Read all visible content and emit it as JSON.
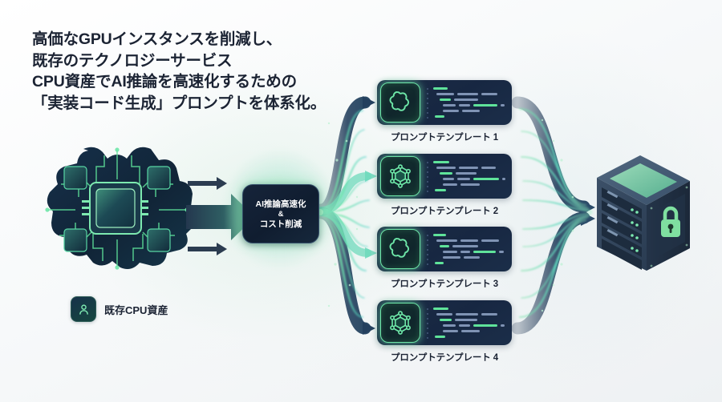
{
  "headline": {
    "text": "高価なGPUインスタンスを削減し、\n既存のテクノロジーサービス\nCPU資産でAI推論を高速化するための\n「実装コード生成」プロンプトを体系化。",
    "color": "#1b2333"
  },
  "source": {
    "icon": "cpu-chip-icon",
    "legend_icon": "user-person-icon",
    "legend_label": "既存CPU資産"
  },
  "core": {
    "line1": "AI推論高速化",
    "line2": "&",
    "line3": "コスト削減",
    "glow_color": "#6ee7a8"
  },
  "cards": [
    {
      "label": "プロンプトテンプレート 1",
      "icon": "openai-flower-icon"
    },
    {
      "label": "プロンプトテンプレート 2",
      "icon": "node-graph-cube-icon"
    },
    {
      "label": "プロンプトテンプレート 3",
      "icon": "openai-flower-icon"
    },
    {
      "label": "プロンプトテンプレート 4",
      "icon": "node-graph-cube-icon"
    }
  ],
  "destination": {
    "icon": "server-rack-icon",
    "badge_icon": "padlock-icon",
    "accent": "#7fe0a0"
  },
  "palette": {
    "background": "#f7f9fa",
    "card_bg": "#1a2b45",
    "green": "#6ee7a8",
    "teal": "#4fd1c5",
    "navy": "#1b2333"
  }
}
